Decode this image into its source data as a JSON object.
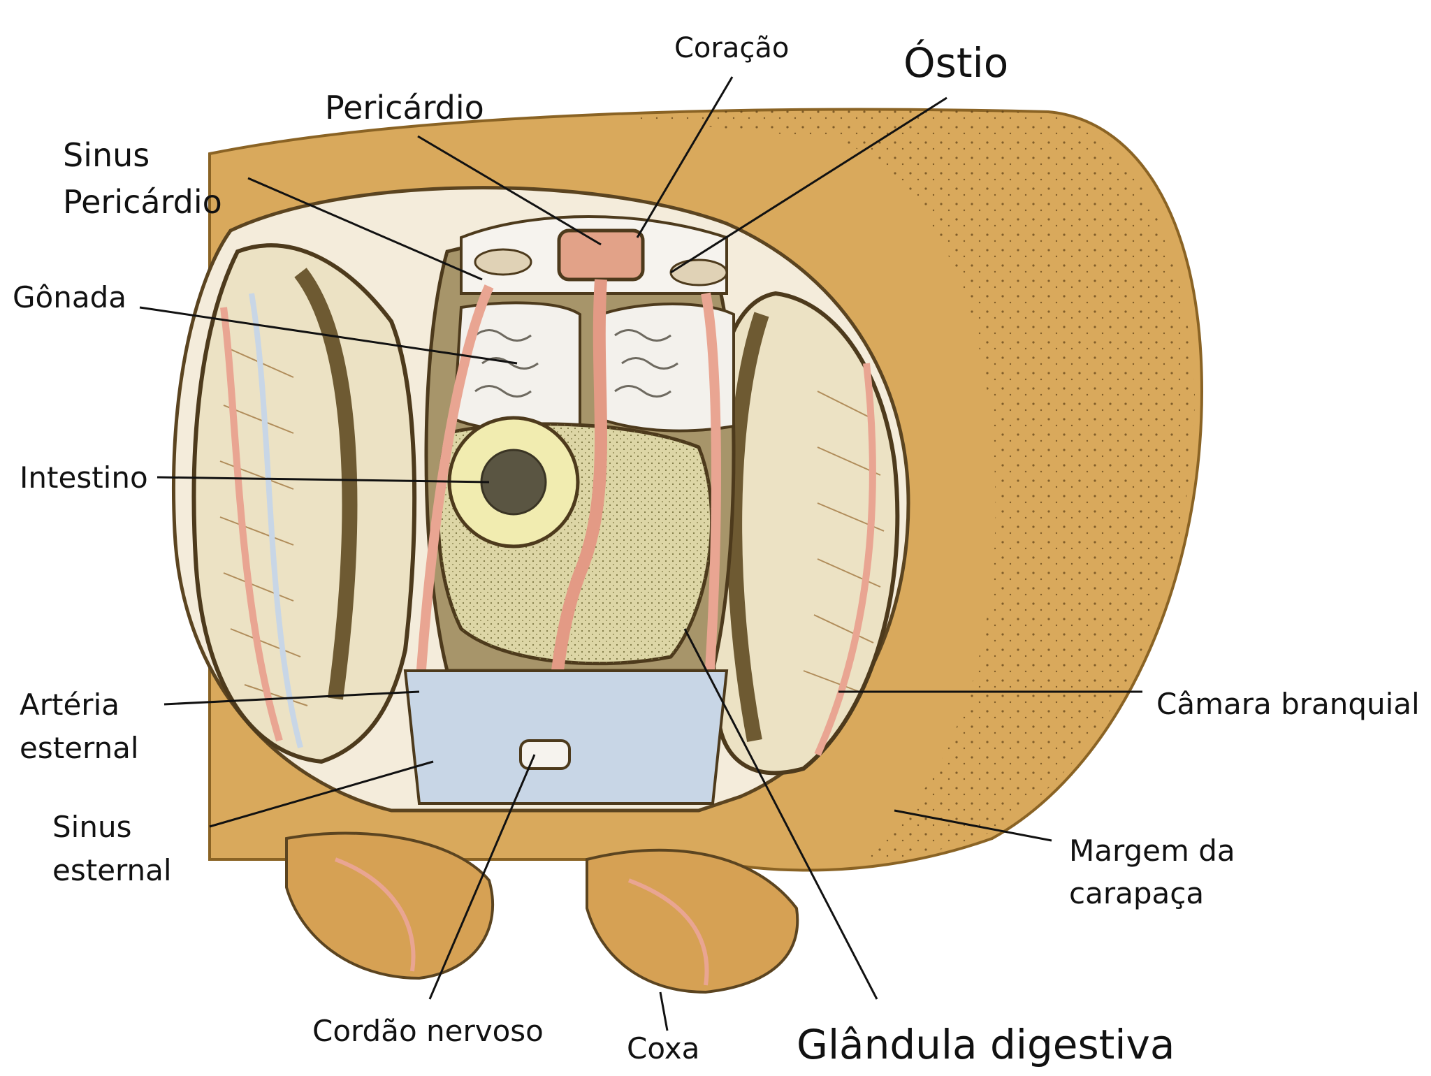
{
  "labels": {
    "coracao": "Coração",
    "ostio": "Óstio",
    "pericardio": "Pericárdio",
    "sinus_pericardio_1": "Sinus",
    "sinus_pericardio_2": "Pericárdio",
    "gonada": "Gônada",
    "intestino": "Intestino",
    "arteria_1": "Artéria",
    "arteria_2": "esternal",
    "sinus_esternal_1": "Sinus",
    "sinus_esternal_2": "esternal",
    "camara": "Câmara branquial",
    "margem_1": "Margem da",
    "margem_2": "carapaça",
    "cordao": "Cordão nervoso",
    "coxa": "Coxa",
    "glandula": "Glândula digestiva"
  },
  "colors": {
    "carapace": "#d9a95c",
    "carapace_dark": "#b98640",
    "gill": "#ece2c4",
    "vessel": "#e9a592",
    "sinus_blue": "#c8d6e6",
    "gland": "#ddd6a6",
    "gonad": "#f3f1ec",
    "tissue_dark": "#6e5a32"
  }
}
